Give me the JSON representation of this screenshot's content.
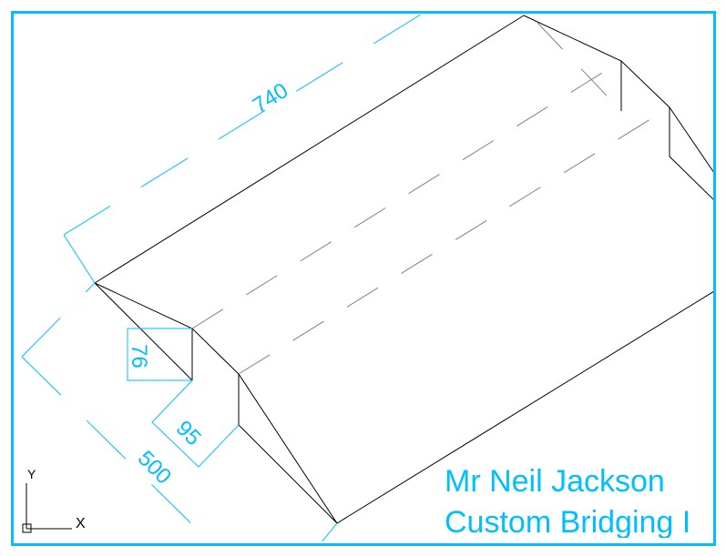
{
  "dimensions": {
    "length": "740",
    "width": "500",
    "height": "76",
    "offset": "95"
  },
  "title_block": {
    "line1": "Mr Neil Jackson",
    "line2": "Custom Bridging I"
  },
  "ucs_icon": {
    "x_label": "X",
    "y_label": "Y"
  },
  "colors": {
    "frame": "#00bfff",
    "geometry": "#000000",
    "hidden": "#808080"
  }
}
